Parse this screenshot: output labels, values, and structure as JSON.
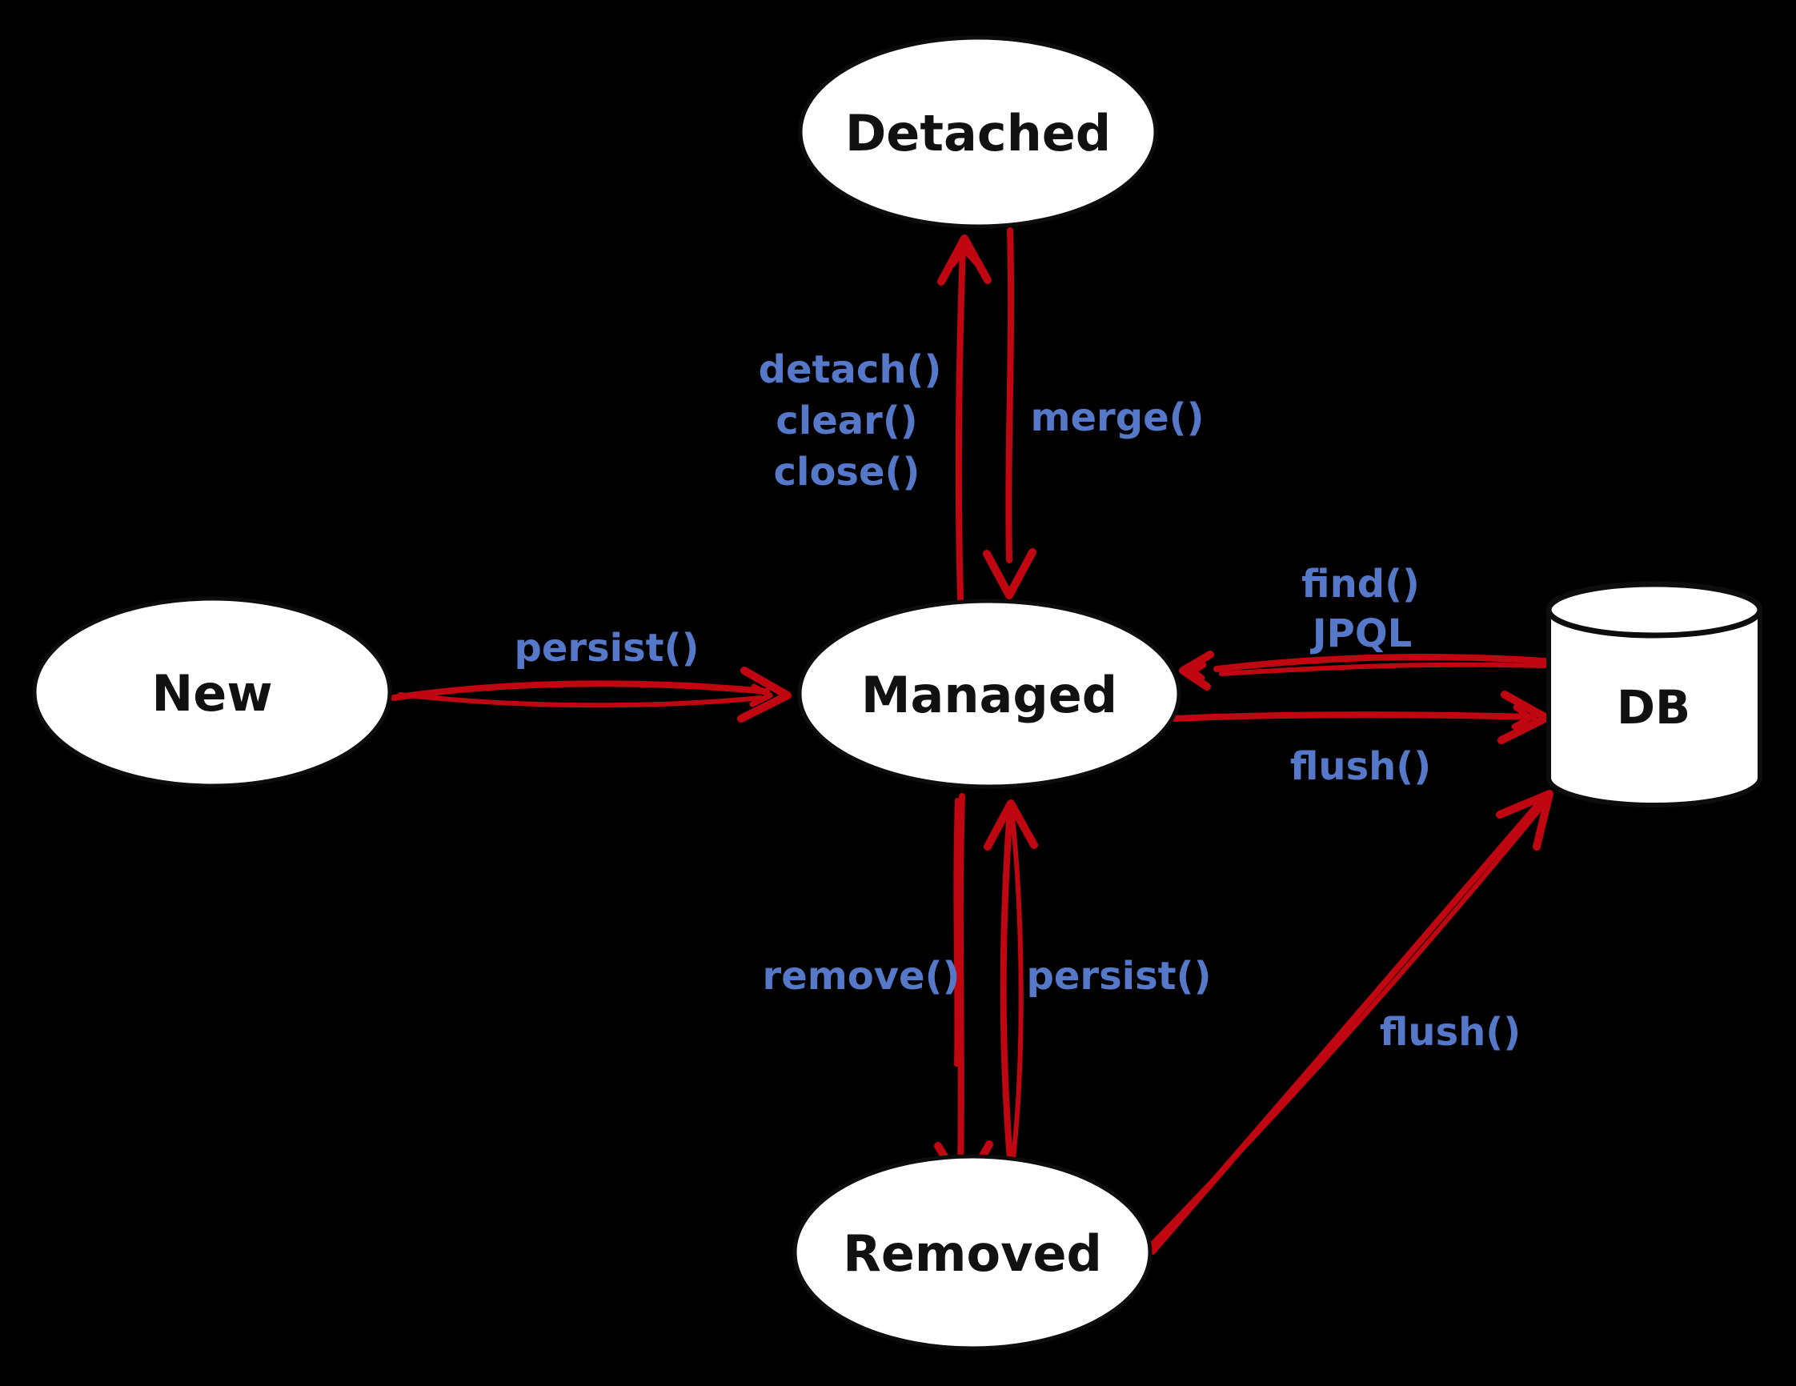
{
  "colors": {
    "background": "#000000",
    "node_fill": "#ffffff",
    "node_outline": "#0d0d0d",
    "node_text": "#111111",
    "arrow": "#c00610",
    "edge_label_text": "#5578c8"
  },
  "nodes": {
    "detached": {
      "label": "Detached"
    },
    "new": {
      "label": "New"
    },
    "managed": {
      "label": "Managed"
    },
    "removed": {
      "label": "Removed"
    },
    "db": {
      "label": "DB"
    }
  },
  "edges": {
    "persist_new_to_managed": {
      "label": "persist()"
    },
    "detach_managed_to_detached": {
      "lines": [
        "detach()",
        "clear()",
        "close()"
      ]
    },
    "merge_detached_to_managed": {
      "label": "merge()"
    },
    "find_db_to_managed": {
      "lines": [
        "find()",
        "JPQL"
      ]
    },
    "flush_managed_to_db": {
      "label": "flush()"
    },
    "remove_managed_to_removed": {
      "label": "remove()"
    },
    "persist_removed_to_managed": {
      "label": "persist()"
    },
    "flush_removed_to_db": {
      "label": "flush()"
    }
  }
}
